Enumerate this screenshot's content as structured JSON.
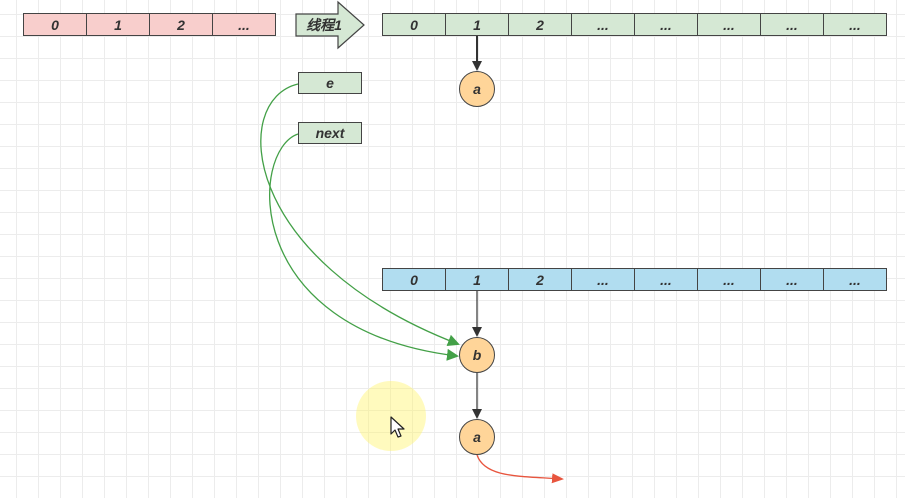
{
  "old_array": {
    "cells": [
      "0",
      "1",
      "2",
      "..."
    ],
    "color": "#f8cecc"
  },
  "thread": {
    "label": "线程1"
  },
  "new_array_1": {
    "cells": [
      "0",
      "1",
      "2",
      "...",
      "...",
      "...",
      "...",
      "..."
    ],
    "color": "#d5e8d4"
  },
  "new_array_2": {
    "cells": [
      "0",
      "1",
      "2",
      "...",
      "...",
      "...",
      "...",
      "..."
    ],
    "color": "#b1ddf0"
  },
  "vars": {
    "e": "e",
    "next": "next"
  },
  "nodes": {
    "top_a": "a",
    "b": "b",
    "bottom_a": "a"
  },
  "colors": {
    "node_fill": "#ffd599",
    "pointer_arrow": "#4caf50",
    "next_arrow": "#e8553e",
    "cursor_highlight": "#fff56e"
  }
}
